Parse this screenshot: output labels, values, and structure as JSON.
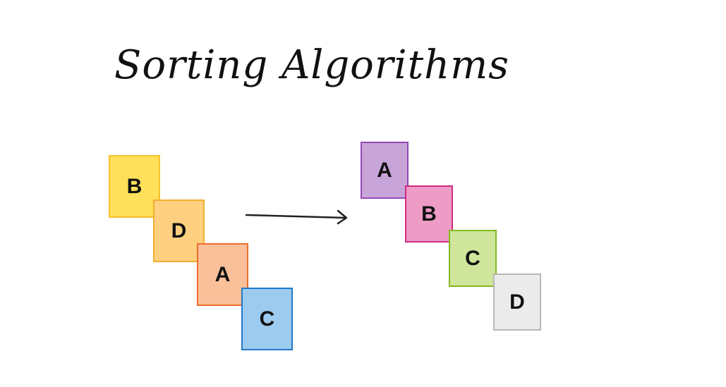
{
  "title": "Sorting Algorithms",
  "unsorted": [
    {
      "label": "B",
      "fill": "#FFE05A",
      "border": "#F5C02B"
    },
    {
      "label": "D",
      "fill": "#FFD080",
      "border": "#F2AE2E"
    },
    {
      "label": "A",
      "fill": "#FAC09A",
      "border": "#EC6E2C"
    },
    {
      "label": "C",
      "fill": "#9DCBF0",
      "border": "#2279C7"
    }
  ],
  "sorted": [
    {
      "label": "A",
      "fill": "#C7A5D8",
      "border": "#9548B5"
    },
    {
      "label": "B",
      "fill": "#EE9BC6",
      "border": "#CE2A82"
    },
    {
      "label": "C",
      "fill": "#CFE69C",
      "border": "#84BA26"
    },
    {
      "label": "D",
      "fill": "#EBEBEB",
      "border": "#B8B8B8"
    }
  ],
  "arrow_color": "#222222"
}
